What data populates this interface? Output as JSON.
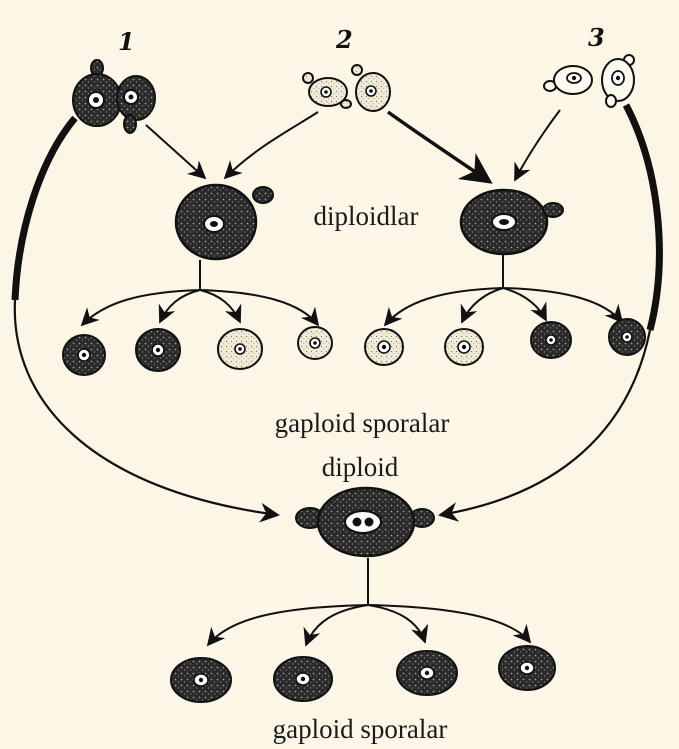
{
  "strain_labels": [
    "1",
    "2",
    "3"
  ],
  "labels": {
    "diploids": "diploidlar",
    "haploid_spores_top": "gaploid sporalar",
    "diploid": "diploid",
    "haploid_spores_bottom": "gaploid sporalar"
  },
  "colors": {
    "background": "#fbf6e6",
    "ink": "#111111",
    "dark_cell": "#2a2a2a",
    "light_cell": "#f1ebd6"
  }
}
